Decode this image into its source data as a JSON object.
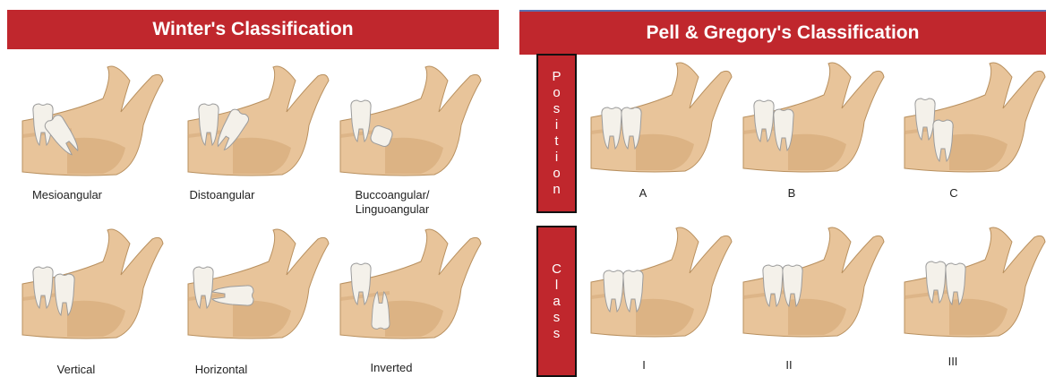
{
  "winter": {
    "title": "Winter's Classification",
    "items": [
      {
        "label": "Mesioangular",
        "label2": ""
      },
      {
        "label": "Distoangular",
        "label2": ""
      },
      {
        "label": "Buccoangular/",
        "label2": "Linguoangular"
      },
      {
        "label": "Vertical",
        "label2": ""
      },
      {
        "label": "Horizontal",
        "label2": ""
      },
      {
        "label": "Inverted",
        "label2": ""
      }
    ]
  },
  "pell": {
    "title": "Pell & Gregory's Classification",
    "position_label": "Position",
    "class_label": "Class",
    "positions": [
      "A",
      "B",
      "C"
    ],
    "classes": [
      "I",
      "II",
      "III"
    ]
  },
  "colors": {
    "banner": "#c0272d",
    "bone": "#e8c49a",
    "bone_dark": "#d4a877",
    "tooth": "#f4f1ea"
  }
}
